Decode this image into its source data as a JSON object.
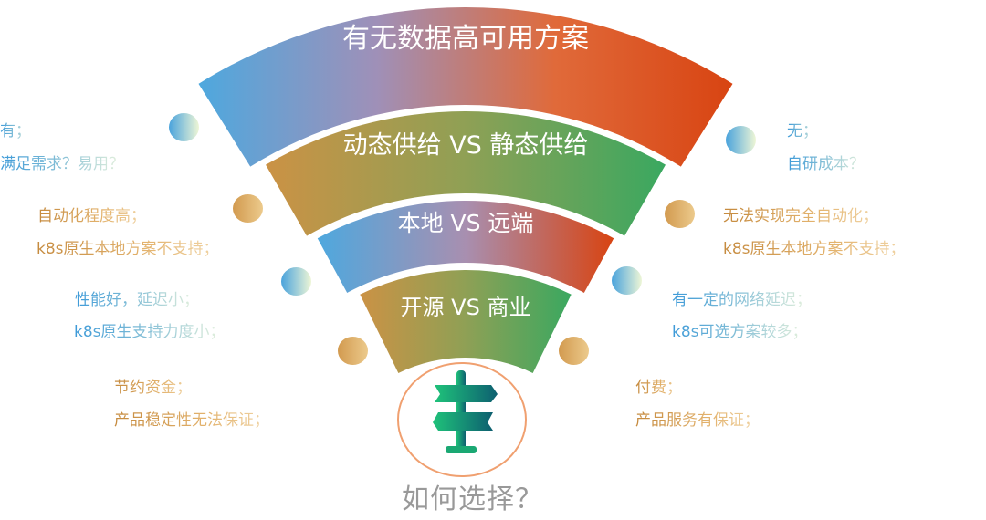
{
  "funnel": {
    "levels": [
      {
        "label": "有无数据高可用方案",
        "colors": [
          "#4ea8de",
          "#9f90b8",
          "#e06a3a",
          "#d84412"
        ]
      },
      {
        "label": "动态供给 VS 静态供给",
        "colors": [
          "#cb9245",
          "#8fa055",
          "#3aa860"
        ]
      },
      {
        "label": "本地 VS 远端",
        "colors": [
          "#4ea8de",
          "#a88fb0",
          "#d84412"
        ]
      },
      {
        "label": "开源 VS 商业",
        "colors": [
          "#cb9245",
          "#8fa055",
          "#3aa860"
        ]
      }
    ]
  },
  "left": [
    {
      "line1": "有；",
      "line2": "满足需求？易用？"
    },
    {
      "line1": "自动化程度高；",
      "line2": "k8s原生本地方案不支持；"
    },
    {
      "line1": "性能好，延迟小；",
      "line2": "k8s原生支持力度小；"
    },
    {
      "line1": "节约资金；",
      "line2": "产品稳定性无法保证；"
    }
  ],
  "right": [
    {
      "line1": "无；",
      "line2": "自研成本？"
    },
    {
      "line1": "无法实现完全自动化；",
      "line2": "k8s原生本地方案不支持；"
    },
    {
      "line1": "有一定的网络延迟；",
      "line2": "k8s可选方案较多；"
    },
    {
      "line1": "付费；",
      "line2": "产品服务有保证；"
    }
  ],
  "center": {
    "icon": "signpost-icon",
    "title": "如何选择？",
    "ring_color": "#f0a070"
  }
}
